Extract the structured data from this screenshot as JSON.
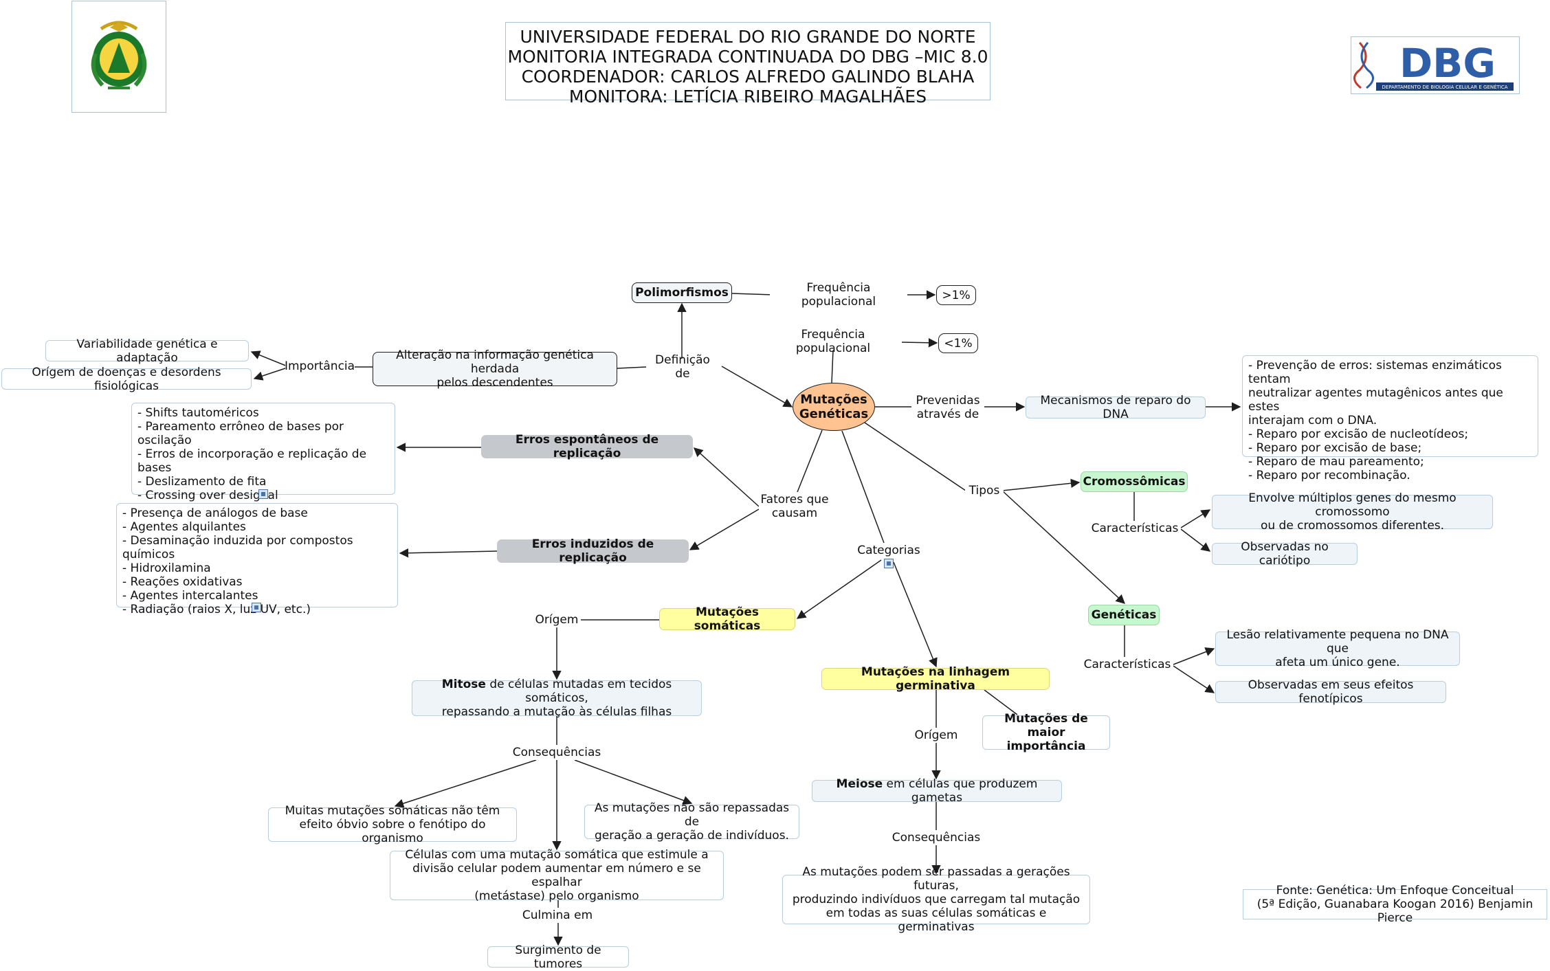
{
  "header": {
    "lines": [
      "UNIVERSIDADE FEDERAL DO RIO GRANDE DO NORTE",
      "MONITORIA INTEGRADA CONTINUADA DO DBG –MIC 8.0",
      "COORDENADOR: CARLOS ALFREDO GALINDO BLAHA",
      "MONITORA: LETÍCIA RIBEIRO MAGALHÃES"
    ]
  },
  "logos": {
    "left": {
      "icon": "ufrn-crest-logo"
    },
    "right": {
      "icon": "dbg-logo",
      "wordmark": "DBG",
      "caption": "DEPARTAMENTO DE BIOLOGIA CELULAR E GENÉTICA"
    }
  },
  "nodes": {
    "mutacoes": "Mutações\nGenéticas",
    "polimorfismos": "Polimorfismos",
    "freq1": "Frequência populacional",
    "gt1": ">1%",
    "freq2": "Frequência populacional",
    "lt1": "<1%",
    "definicao": "Definição de",
    "alteracao": "Alteração na informação genética herdada\npelos descendentes",
    "importancia": "Importância",
    "variabilidade": "Variabilidade genética e adaptação",
    "origem_doencas": "Orígem de doenças e desordens fisiológicas",
    "prevenidas": "Prevenidas\natravés de",
    "reparo": "Mecanismos de reparo do DNA",
    "reparo_lista": "- Prevenção de erros: sistemas enzimáticos tentam\nneutralizar agentes mutagênicos antes que estes\ninterajam com o DNA.\n- Reparo por excisão de nucleotídeos;\n- Reparo por excisão de base;\n- Reparo de mau pareamento;\n- Reparo por recombinação.",
    "fatores": "Fatores que\ncausam",
    "erros_espontaneos": "Erros espontâneos de replicação",
    "espontaneos_lista": "- Shifts tautoméricos\n- Pareamento errôneo de bases por oscilação\n- Erros de incorporação e replicação de bases\n- Deslizamento de fita\n- Crossing over desigual\n- Depurinação e desaminação",
    "erros_induzidos": "Erros induzidos de replicação",
    "induzidos_lista": "- Presença de análogos de base\n- Agentes alquilantes\n- Desaminação induzida por compostos químicos\n- Hidroxilamina\n- Reações oxidativas\n- Agentes intercalantes\n- Radiação (raios X, luz UV, etc.)",
    "tipos": "Tipos",
    "cromossomicas": "Cromossômicas",
    "caract1": "Características",
    "envolve": "Envolve múltiplos genes do mesmo cromossomo\nou de cromossomos diferentes.",
    "cariotipo": "Observadas no cariótipo",
    "geneticas": "Genéticas",
    "caract2": "Características",
    "lesao": "Lesão relativamente pequena no DNA que\nafeta um único gene.",
    "fenotipicos": "Observadas em seus efeitos fenotípicos",
    "categorias": "Categorias",
    "somaticas": "Mutações somáticas",
    "origem1": "Orígem",
    "mitose_bold": "Mitose",
    "mitose_rest": " de células mutadas em tecidos somáticos,\nrepassando a mutação às células filhas",
    "consequencias1": "Consequências",
    "muitas": "Muitas mutações somáticas não têm\nefeito óbvio sobre o fenótipo do organismo",
    "nao_repassadas": "As mutações não são repassadas de\ngeração a geração de indivíduos.",
    "celulas": "Células com uma mutação somática que estimule a\ndivisão celular podem aumentar em número e se espalhar\n(metástase) pelo organismo",
    "culmina": "Culmina em",
    "tumores": "Surgimento de tumores",
    "germinativa": "Mutações na linhagem germinativa",
    "maior": "Mutações de maior\nimportância",
    "origem2": "Orígem",
    "meiose_bold": "Meiose",
    "meiose_rest": " em células que produzem gametas",
    "consequencias2": "Consequências",
    "passadas": "As mutações podem ser passadas a gerações futuras,\nproduzindo indivíduos que carregam tal mutação\nem todas as suas células somáticas e germinativas",
    "fonte": "Fonte: Genética: Um Enfoque Conceitual\n(5ª Edição, Guanabara Koogan 2016) Benjamin Pierce"
  },
  "colors": {
    "center": "#ffc291",
    "gray": "#c5c8cc",
    "yellow": "#ffff9f",
    "green": "#c8f7cf",
    "pale": "#eef4f8",
    "border": "#b7cde0",
    "line": "#1e1e1e"
  }
}
